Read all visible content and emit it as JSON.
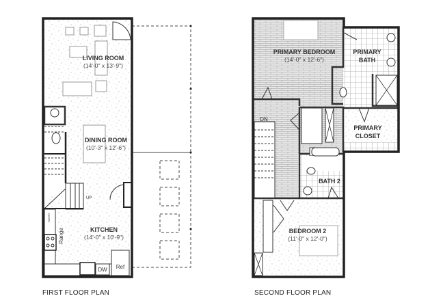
{
  "first_floor": {
    "caption": "FIRST FLOOR PLAN",
    "rooms": [
      {
        "name": "LIVING ROOM",
        "size": "(14'-0\" x 13'-9\")"
      },
      {
        "name": "DINING ROOM",
        "size": "(10'-3\" x 12'-6\")"
      },
      {
        "name": "KITCHEN",
        "size": "(14'-0\" x 10'-9\")"
      }
    ],
    "labels": {
      "up": "UP",
      "range": "Range",
      "dw": "DW",
      "ref": "Ref",
      "pantry": "PANTRY"
    }
  },
  "second_floor": {
    "caption": "SECOND FLOOR PLAN",
    "rooms": [
      {
        "name": "PRIMARY BEDROOM",
        "size": "(14'-0\" x 12'-6\")"
      },
      {
        "name": "PRIMARY",
        "name2": "BATH"
      },
      {
        "name": "PRIMARY",
        "name2": "CLOSET"
      },
      {
        "name": "BATH 2"
      },
      {
        "name": "BEDROOM 2",
        "size": "(11'-0\" x 12'-0\")"
      }
    ],
    "labels": {
      "dn": "DN"
    }
  }
}
